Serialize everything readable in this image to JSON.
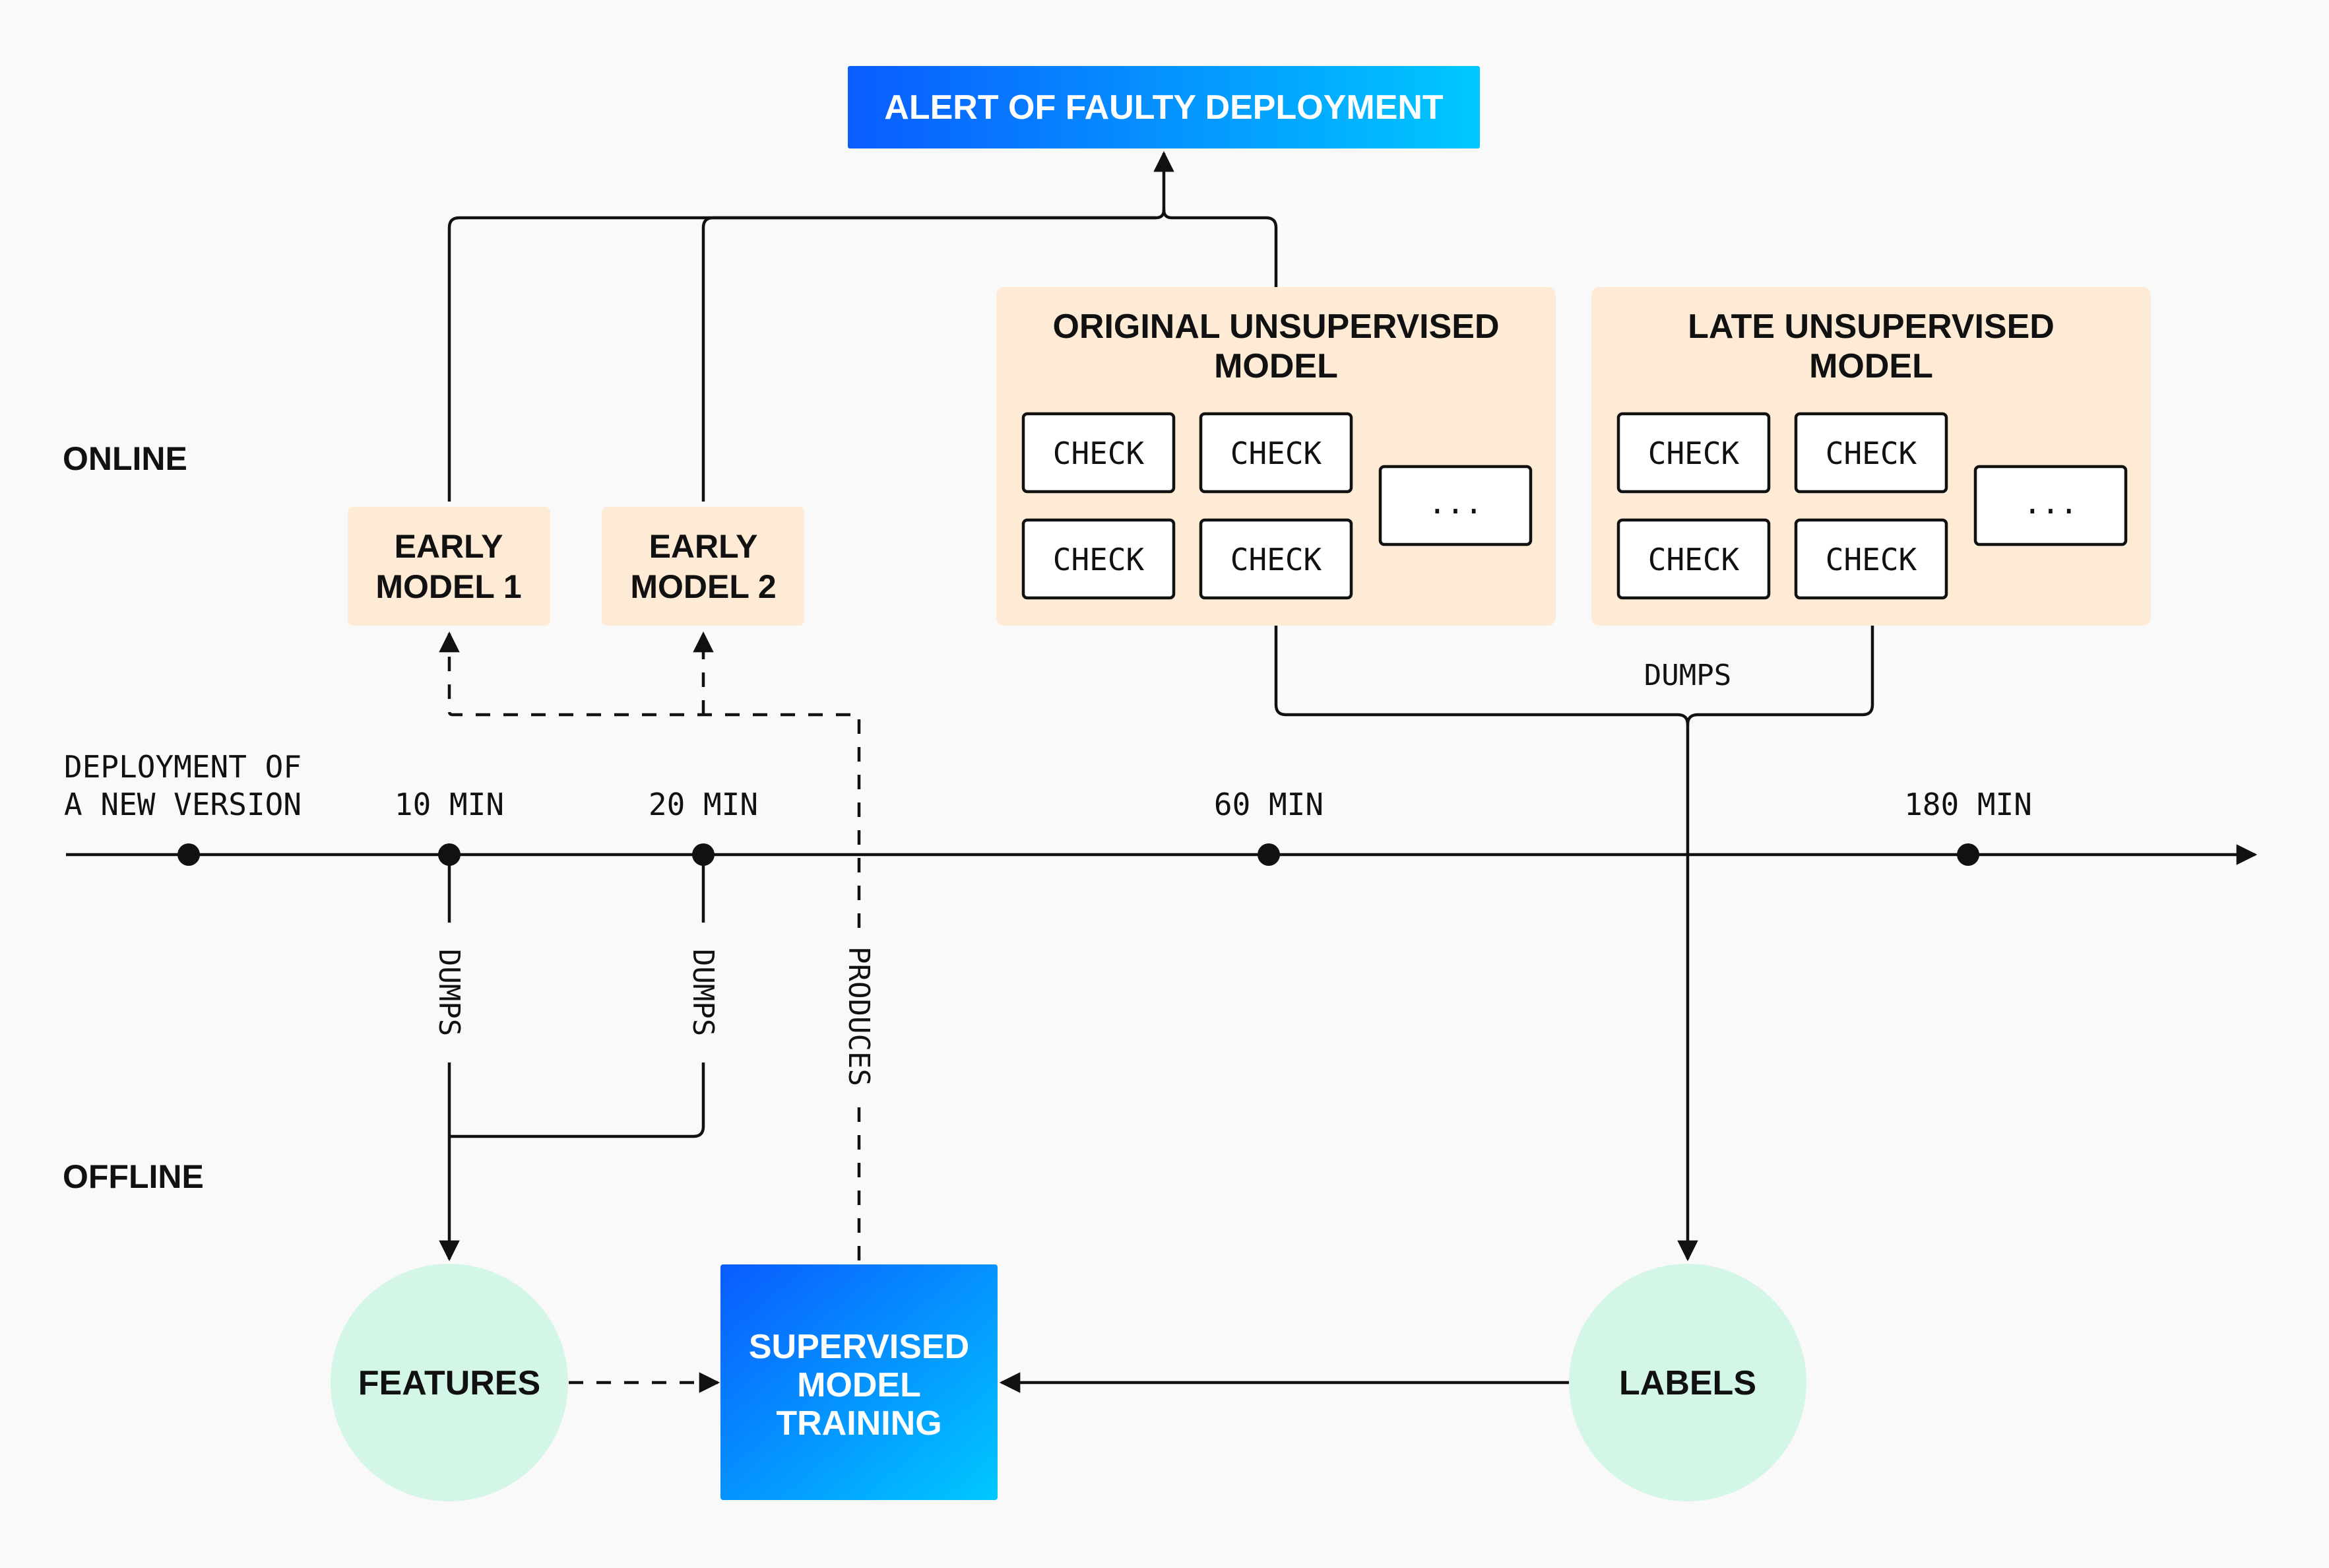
{
  "colors": {
    "background": "#f9f9f9",
    "model_box": "#fdebd6",
    "circle": "#d3f6e6",
    "gradient_start": "#0a5cff",
    "gradient_end": "#00c8ff",
    "ink": "#111111"
  },
  "alert": {
    "label": "ALERT OF FAULTY DEPLOYMENT"
  },
  "sections": {
    "online": "ONLINE",
    "offline": "OFFLINE"
  },
  "early_models": [
    {
      "line1": "EARLY",
      "line2": "MODEL 1"
    },
    {
      "line1": "EARLY",
      "line2": "MODEL 2"
    }
  ],
  "unsupervised_models": [
    {
      "title_line1": "ORIGINAL  UNSUPERVISED",
      "title_line2": "MODEL",
      "checks": [
        "CHECK",
        "CHECK",
        "CHECK",
        "CHECK"
      ],
      "more": "..."
    },
    {
      "title_line1": "LATE  UNSUPERVISED",
      "title_line2": "MODEL",
      "checks": [
        "CHECK",
        "CHECK",
        "CHECK",
        "CHECK"
      ],
      "more": "..."
    }
  ],
  "timeline": {
    "start_line1": "DEPLOYMENT  OF",
    "start_line2": "A  NEW  VERSION",
    "ticks": [
      "10  MIN",
      "20  MIN",
      "60  MIN",
      "180  MIN"
    ]
  },
  "edge_labels": {
    "dumps_top": "DUMPS",
    "dumps_left": "DUMPS",
    "dumps_mid": "DUMPS",
    "produces": "PRODUCES"
  },
  "nodes": {
    "features": "FEATURES",
    "labels": "LABELS",
    "training_line1": "SUPERVISED",
    "training_line2": "MODEL",
    "training_line3": "TRAINING"
  }
}
